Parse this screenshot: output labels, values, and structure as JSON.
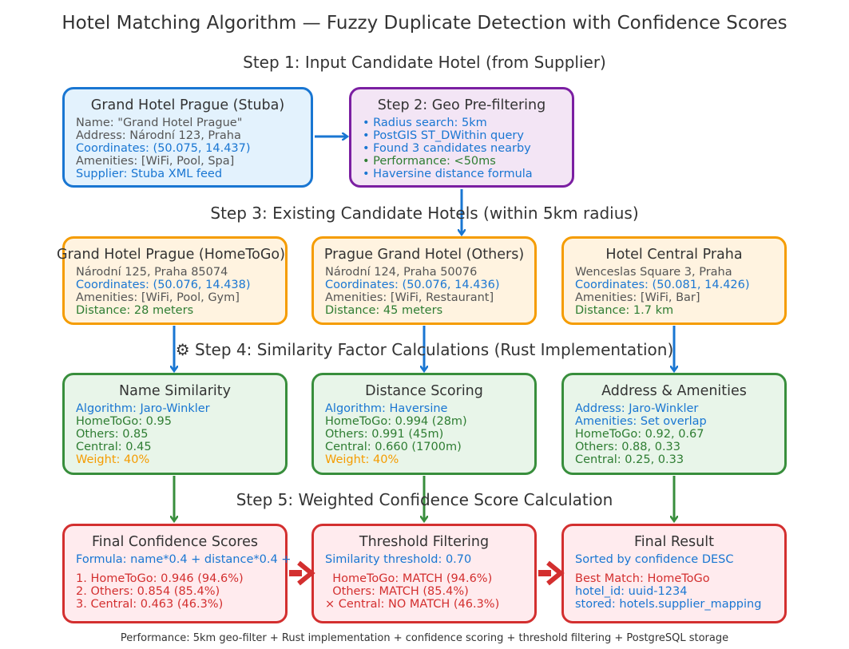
{
  "header": {
    "title": "Hotel Matching Algorithm — Fuzzy Duplicate Detection with Confidence Scores"
  },
  "steps": {
    "step1": "Step 1: Input Candidate Hotel (from Supplier)",
    "step3": "Step 3: Existing Candidate Hotels (within 5km radius)",
    "step4": "⚙ Step 4: Similarity Factor Calculations (Rust Implementation)",
    "step5": "Step 5: Weighted Confidence Score Calculation"
  },
  "input_hotel": {
    "title": "Grand Hotel Prague (Stuba)",
    "lines": [
      "Name: \"Grand Hotel Prague\"",
      "Address: Národní 123, Praha",
      "Coordinates: (50.075, 14.437)",
      "Amenities: [WiFi, Pool, Spa]",
      "Supplier: Stuba XML feed"
    ]
  },
  "geo_filter": {
    "title": "Step 2: Geo Pre-filtering",
    "lines": [
      "• Radius search: 5km",
      "• PostGIS ST_DWithin query",
      "• Found 3 candidates nearby",
      "• Performance: <50ms",
      "• Haversine distance formula"
    ]
  },
  "candidates": [
    {
      "title": "Grand Hotel Prague (HomeToGo)",
      "lines": [
        "Národní 125, Praha 85074",
        "Coordinates: (50.076, 14.438)",
        "Amenities: [WiFi, Pool, Gym]",
        "Distance: 28 meters"
      ]
    },
    {
      "title": "Prague Grand Hotel (Others)",
      "lines": [
        "Národní 124, Praha 50076",
        "Coordinates: (50.076, 14.436)",
        "Amenities: [WiFi, Restaurant]",
        "Distance: 45 meters"
      ]
    },
    {
      "title": "Hotel Central Praha",
      "lines": [
        "Wenceslas Square 3, Praha",
        "Coordinates: (50.081, 14.426)",
        "Amenities: [WiFi, Bar]",
        "Distance: 1.7 km"
      ]
    }
  ],
  "factors": [
    {
      "title": "Name Similarity",
      "lines": [
        "Algorithm: Jaro-Winkler",
        "HomeToGo: 0.95",
        "Others: 0.85",
        "Central: 0.45",
        "Weight: 40%"
      ]
    },
    {
      "title": "Distance Scoring",
      "lines": [
        "Algorithm: Haversine",
        "HomeToGo: 0.994 (28m)",
        "Others: 0.991 (45m)",
        "Central: 0.660 (1700m)",
        "Weight: 40%"
      ]
    },
    {
      "title": "Address & Amenities",
      "lines": [
        "Address: Jaro-Winkler",
        "Amenities: Set overlap",
        "HomeToGo: 0.92, 0.67",
        "Others: 0.88, 0.33",
        "Central: 0.25, 0.33"
      ]
    }
  ],
  "scores": {
    "title": "Final Confidence Scores",
    "lines": [
      "Formula: name*0.4 + distance*0.4 +",
      "1. HomeToGo: 0.946 (94.6%)",
      "2. Others: 0.854 (85.4%)",
      "3. Central: 0.463 (46.3%)"
    ]
  },
  "threshold": {
    "title": "Threshold Filtering",
    "lines": [
      "Similarity threshold: 0.70",
      "  HomeToGo: MATCH (94.6%)",
      "  Others: MATCH (85.4%)",
      "× Central: NO MATCH (46.3%)"
    ]
  },
  "result": {
    "title": "Final Result",
    "lines": [
      "Sorted by confidence DESC",
      "Best Match: HomeToGo",
      "hotel_id: uuid-1234",
      "stored: hotels.supplier_mapping"
    ]
  },
  "footer": "Performance: 5km geo-filter + Rust implementation + confidence scoring + threshold filtering + PostgreSQL storage",
  "colors": {
    "blue": "#1976d2",
    "green": "#388e3c",
    "red": "#d32f2f",
    "orange": "#f59c00",
    "purple": "#7b1fa2"
  }
}
